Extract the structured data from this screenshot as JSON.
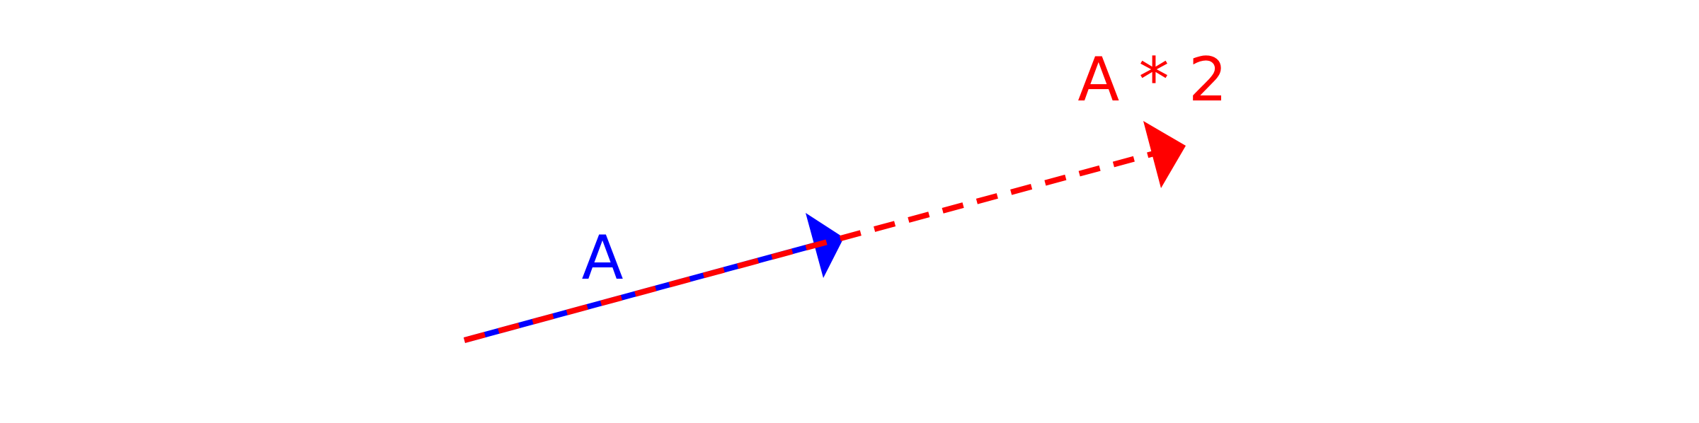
{
  "diagram": {
    "vector_a": {
      "label": "A",
      "color": "#0000ff",
      "line_style": "solid"
    },
    "vector_a_times_2": {
      "label": "A * 2",
      "color": "#ff0000",
      "line_style": "dashed"
    }
  }
}
